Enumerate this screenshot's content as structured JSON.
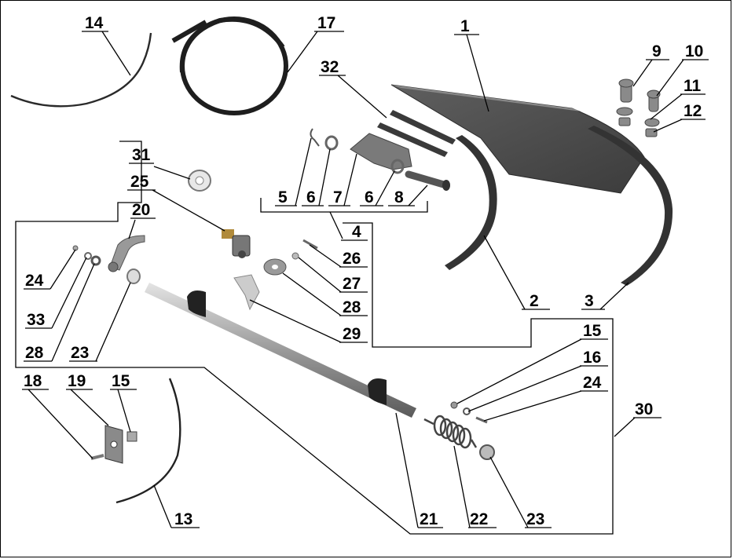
{
  "parts": [
    {
      "id": "p1",
      "label": "1"
    },
    {
      "id": "p2",
      "label": "2"
    },
    {
      "id": "p3",
      "label": "3"
    },
    {
      "id": "p4",
      "label": "4"
    },
    {
      "id": "p5",
      "label": "5"
    },
    {
      "id": "p6a",
      "label": "6"
    },
    {
      "id": "p6b",
      "label": "6"
    },
    {
      "id": "p7",
      "label": "7"
    },
    {
      "id": "p8",
      "label": "8"
    },
    {
      "id": "p9",
      "label": "9"
    },
    {
      "id": "p10",
      "label": "10"
    },
    {
      "id": "p11",
      "label": "11"
    },
    {
      "id": "p12",
      "label": "12"
    },
    {
      "id": "p13",
      "label": "13"
    },
    {
      "id": "p14",
      "label": "14"
    },
    {
      "id": "p15a",
      "label": "15"
    },
    {
      "id": "p15b",
      "label": "15"
    },
    {
      "id": "p16",
      "label": "16"
    },
    {
      "id": "p17",
      "label": "17"
    },
    {
      "id": "p18",
      "label": "18"
    },
    {
      "id": "p19",
      "label": "19"
    },
    {
      "id": "p20",
      "label": "20"
    },
    {
      "id": "p21",
      "label": "21"
    },
    {
      "id": "p22",
      "label": "22"
    },
    {
      "id": "p23a",
      "label": "23"
    },
    {
      "id": "p23b",
      "label": "23"
    },
    {
      "id": "p24a",
      "label": "24"
    },
    {
      "id": "p24b",
      "label": "24"
    },
    {
      "id": "p25",
      "label": "25"
    },
    {
      "id": "p26",
      "label": "26"
    },
    {
      "id": "p27",
      "label": "27"
    },
    {
      "id": "p28a",
      "label": "28"
    },
    {
      "id": "p28b",
      "label": "28"
    },
    {
      "id": "p29",
      "label": "29"
    },
    {
      "id": "p30",
      "label": "30"
    },
    {
      "id": "p31",
      "label": "31"
    },
    {
      "id": "p32",
      "label": "32"
    },
    {
      "id": "p33",
      "label": "33"
    }
  ],
  "colors": {
    "line": "#000000",
    "metal_dark": "#4a4a4a",
    "metal_mid": "#8c8c8c",
    "metal_light": "#c8c8c8"
  }
}
